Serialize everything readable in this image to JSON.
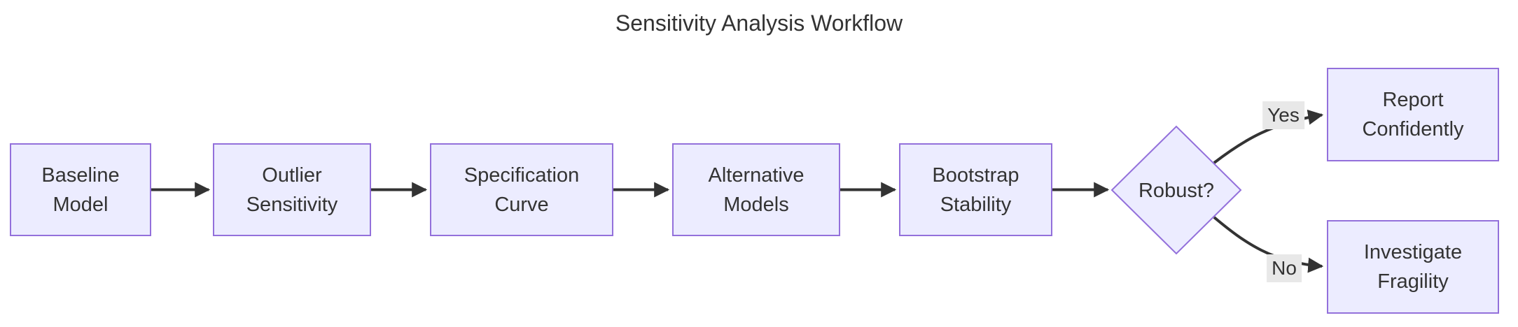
{
  "title": "Sensitivity Analysis Workflow",
  "colors": {
    "node_fill": "#ECECFF",
    "node_border": "#9370DB",
    "edge": "#333333",
    "text": "#333333",
    "label_bg": "#e8e8e8",
    "bg": "#ffffff"
  },
  "nodes": [
    {
      "name": "baseline-model",
      "lines": [
        "Baseline",
        "Model"
      ]
    },
    {
      "name": "outlier-sensitivity",
      "lines": [
        "Outlier",
        "Sensitivity"
      ]
    },
    {
      "name": "specification-curve",
      "lines": [
        "Specification",
        "Curve"
      ]
    },
    {
      "name": "alternative-models",
      "lines": [
        "Alternative",
        "Models"
      ]
    },
    {
      "name": "bootstrap-stability",
      "lines": [
        "Bootstrap",
        "Stability"
      ]
    },
    {
      "name": "report-confidently",
      "lines": [
        "Report",
        "Confidently"
      ]
    },
    {
      "name": "investigate-fragility",
      "lines": [
        "Investigate",
        "Fragility"
      ]
    }
  ],
  "decision": {
    "label": "Robust?"
  },
  "edge_labels": {
    "yes": "Yes",
    "no": "No"
  }
}
